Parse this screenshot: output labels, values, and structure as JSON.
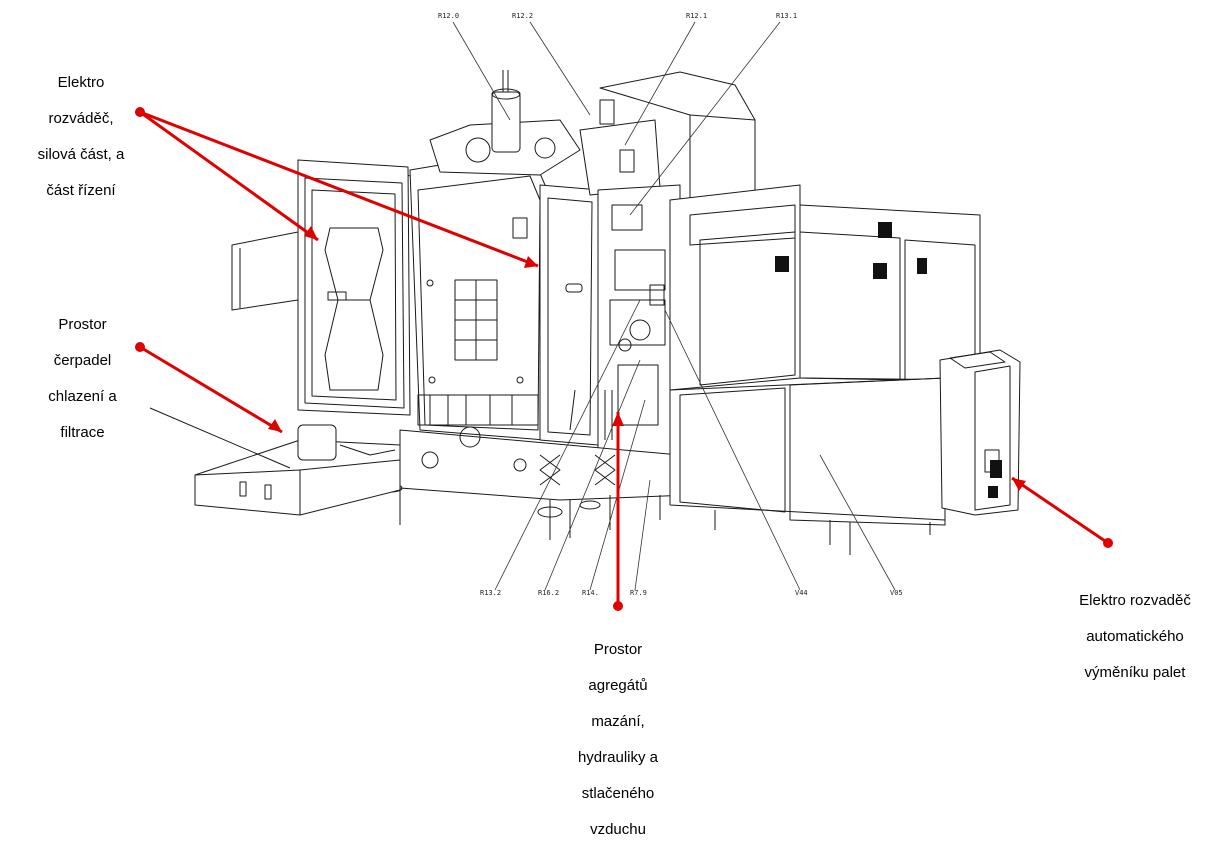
{
  "callouts": {
    "electro_cabinet": [
      "Elektro",
      "rozváděč,",
      "silová část, a",
      "část řízení"
    ],
    "pumps_space": [
      "Prostor",
      "čerpadel",
      "chlazení a",
      "filtrace"
    ],
    "aggregates_space": [
      "Prostor",
      "agregátů",
      "mazání,",
      "hydrauliky a",
      "stlačeného",
      "vzduchu"
    ],
    "pallet_changer_cabinet": [
      "Elektro rozvaděč",
      "automatického",
      "výměníku palet"
    ]
  },
  "reference_labels": {
    "r12_0": "R12.0",
    "r12_2": "R12.2",
    "r12_1": "R12.1",
    "r13_1": "R13.1",
    "r13_2": "R13.2",
    "r16_2": "R16.2",
    "r14": "R14.",
    "r7_9": "R7.9",
    "v44": "V44",
    "v05": "V05"
  },
  "colors": {
    "leader_red": "#e00000",
    "line_dark": "#1a1a1a",
    "vent_dark": "#111111"
  }
}
